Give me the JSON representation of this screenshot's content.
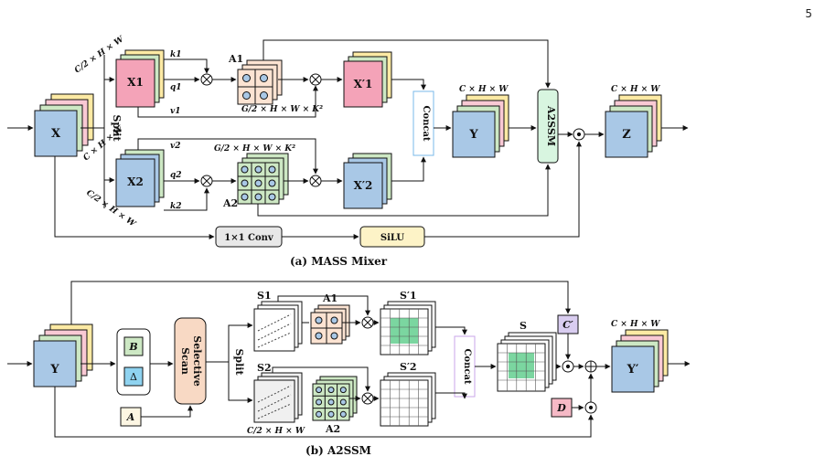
{
  "page_number": "5",
  "mixer": {
    "caption": "(a) MASS Mixer",
    "input_label": "X",
    "input_dims": "C × H × W",
    "split_label": "Split",
    "x1_label": "X1",
    "x2_label": "X2",
    "x1_dims": "C/2 × H × W",
    "x2_dims": "C/2 × H × W",
    "k1": "k1",
    "q1": "q1",
    "v1": "v1",
    "k2": "k2",
    "q2": "q2",
    "v2": "v2",
    "a1_label": "A1",
    "a2_label": "A2",
    "a1_dims": "G/2 × H × W × K²",
    "a2_dims": "G/2 × H × W × K²",
    "x1p_label": "X′1",
    "x2p_label": "X′2",
    "concat_label": "Concat",
    "y_label": "Y",
    "y_dims": "C × H × W",
    "a2ssm_label": "A2SSM",
    "z_label": "Z",
    "z_dims": "C × H × W",
    "conv_label": "1×1 Conv",
    "silu_label": "SiLU",
    "colors": {
      "x1": "#f4a3b8",
      "x2": "#cfe3b8",
      "blue": "#a9c8e6",
      "pink": "#f9c9d4",
      "yellow": "#fdeaa4",
      "green": "#cde8c4",
      "peach": "#fce3d2",
      "a2ssm": "#d8f5e0",
      "silu": "#fdf3c7"
    }
  },
  "a2ssm": {
    "caption": "(b) A2SSM",
    "input_label": "Y",
    "b_label": "B",
    "delta_label": "Δ",
    "a_label": "A",
    "scan_label_1": "Selective",
    "scan_label_2": "Scan",
    "split_label": "Split",
    "s1_label": "S1",
    "s2_label": "S2",
    "s_dims": "C/2 × H × W",
    "a1_label": "A1",
    "a2_label": "A2",
    "s1p_label": "S′1",
    "s2p_label": "S′2",
    "concat_label": "Concat",
    "s_label": "S",
    "cprime_label": "C′",
    "d_label": "D",
    "out_label": "Y′",
    "out_dims": "C × H × W",
    "colors": {
      "b": "#cde8c4",
      "delta": "#8fd3f0",
      "a": "#fdf6e3",
      "scan": "#f8d9c4",
      "cprime": "#d9cdf0",
      "d": "#f6b9c6"
    }
  }
}
